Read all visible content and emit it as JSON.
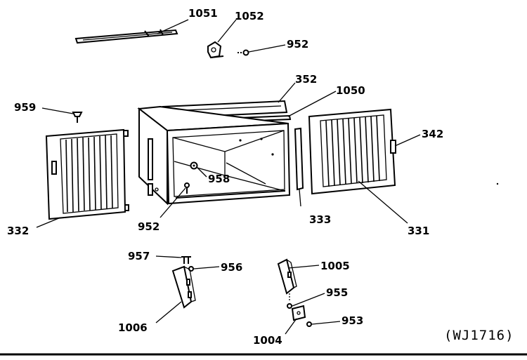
{
  "diagram": {
    "code": "(WJ1716)",
    "callouts": [
      {
        "id": "c-1051",
        "text": "1051"
      },
      {
        "id": "c-1052",
        "text": "1052"
      },
      {
        "id": "c-952a",
        "text": "952"
      },
      {
        "id": "c-352",
        "text": "352"
      },
      {
        "id": "c-1050",
        "text": "1050"
      },
      {
        "id": "c-959",
        "text": "959"
      },
      {
        "id": "c-342",
        "text": "342"
      },
      {
        "id": "c-958",
        "text": "958"
      },
      {
        "id": "c-332",
        "text": "332"
      },
      {
        "id": "c-952b",
        "text": "952"
      },
      {
        "id": "c-333",
        "text": "333"
      },
      {
        "id": "c-331",
        "text": "331"
      },
      {
        "id": "c-957",
        "text": "957"
      },
      {
        "id": "c-956",
        "text": "956"
      },
      {
        "id": "c-1005",
        "text": "1005"
      },
      {
        "id": "c-955",
        "text": "955"
      },
      {
        "id": "c-1006",
        "text": "1006"
      },
      {
        "id": "c-953",
        "text": "953"
      },
      {
        "id": "c-1004",
        "text": "1004"
      }
    ]
  }
}
